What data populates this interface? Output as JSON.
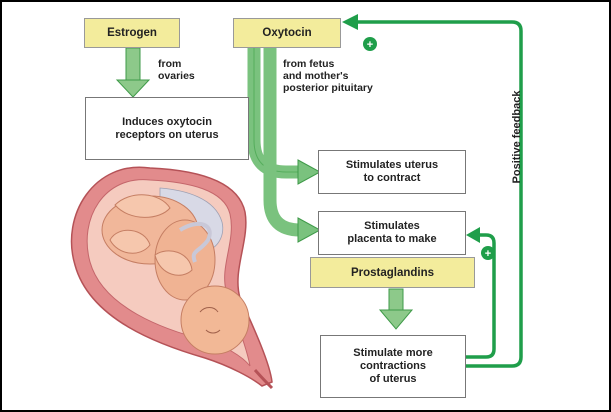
{
  "boxes": {
    "estrogen": "Estrogen",
    "oxytocin": "Oxytocin",
    "induces_line1": "Induces oxytocin",
    "induces_line2": "receptors on uterus",
    "stimulates_uterus_line1": "Stimulates uterus",
    "stimulates_uterus_line2": "to contract",
    "stimulates_placenta_line1": "Stimulates",
    "stimulates_placenta_line2": "placenta to make",
    "prostaglandins": "Prostaglandins",
    "more_contractions_line1": "Stimulate more",
    "more_contractions_line2": "contractions",
    "more_contractions_line3": "of uterus"
  },
  "notes": {
    "from_ovaries_line1": "from",
    "from_ovaries_line2": "ovaries",
    "from_fetus_line1": "from fetus",
    "from_fetus_line2": "and mother's",
    "from_fetus_line3": "posterior pituitary"
  },
  "feedback_label": "Positive feedback",
  "plus_sign": "+",
  "colors": {
    "arrow_green": "#1f9e4a",
    "box_yellow": "#f3ec9c",
    "skin": "#f1b79a",
    "uterus_wall": "#d9777a"
  },
  "illustration": "pregnant-uterus-with-fetus"
}
